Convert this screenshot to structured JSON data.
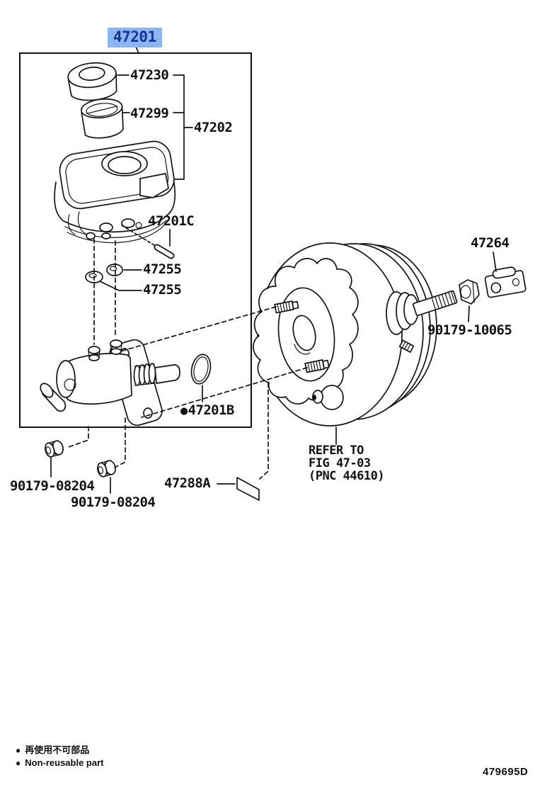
{
  "title_part": {
    "text": "47201"
  },
  "part_labels": [
    {
      "id": "47230",
      "text": "47230"
    },
    {
      "id": "47299",
      "text": "47299"
    },
    {
      "id": "47202",
      "text": "47202"
    },
    {
      "id": "47201C",
      "text": "47201C"
    },
    {
      "id": "47255-upper",
      "text": "47255"
    },
    {
      "id": "47255-lower",
      "text": "47255"
    },
    {
      "id": "47201B",
      "bullet": "●",
      "text": "47201B"
    },
    {
      "id": "90179-08204-left",
      "text": "90179-08204"
    },
    {
      "id": "90179-08204-right",
      "text": "90179-08204"
    },
    {
      "id": "47288A",
      "text": "47288A"
    },
    {
      "id": "47264",
      "text": "47264"
    },
    {
      "id": "90179-10065",
      "text": "90179-10065"
    }
  ],
  "refer_note": {
    "lines": [
      "REFER TO",
      "FIG 47-03",
      "(PNC 44610)"
    ]
  },
  "legend": {
    "items": [
      {
        "symbol": "●",
        "text": "再使用不可部品"
      },
      {
        "symbol": "●",
        "text": "Non-reusable part"
      }
    ]
  },
  "figure_code": "479695D",
  "colors": {
    "highlight_bg": "#8cb6f2",
    "highlight_text": "#17339c",
    "line": "#141414",
    "background": "#ffffff"
  }
}
